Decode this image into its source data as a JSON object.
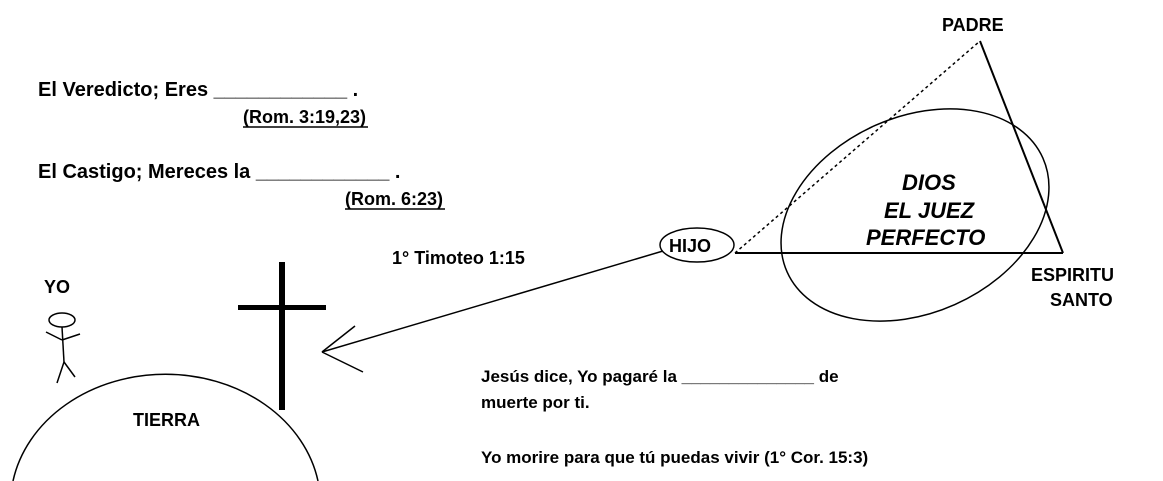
{
  "veredicto": {
    "label": "El Veredicto; Eres ____________ .",
    "reference": "(Rom. 3:19,23)"
  },
  "castigo": {
    "label": "El Castigo; Mereces la ____________ .",
    "reference": "(Rom. 6:23)"
  },
  "trinity": {
    "padre": "PADRE",
    "hijo": "HIJO",
    "espiritu_line1": "ESPIRITU",
    "espiritu_line2": "SANTO",
    "dios_line1": "DIOS",
    "dios_line2": "EL JUEZ",
    "dios_line3": "PERFECTO"
  },
  "timoteo": "1° Timoteo 1:15",
  "yo": "YO",
  "tierra": "TIERRA",
  "jesus": {
    "line1": "Jesús dice, Yo pagaré la ______________ de",
    "line2": "muerte por ti.",
    "line3": "Yo morire para que tú puedas vivir (1° Cor. 15:3)"
  }
}
